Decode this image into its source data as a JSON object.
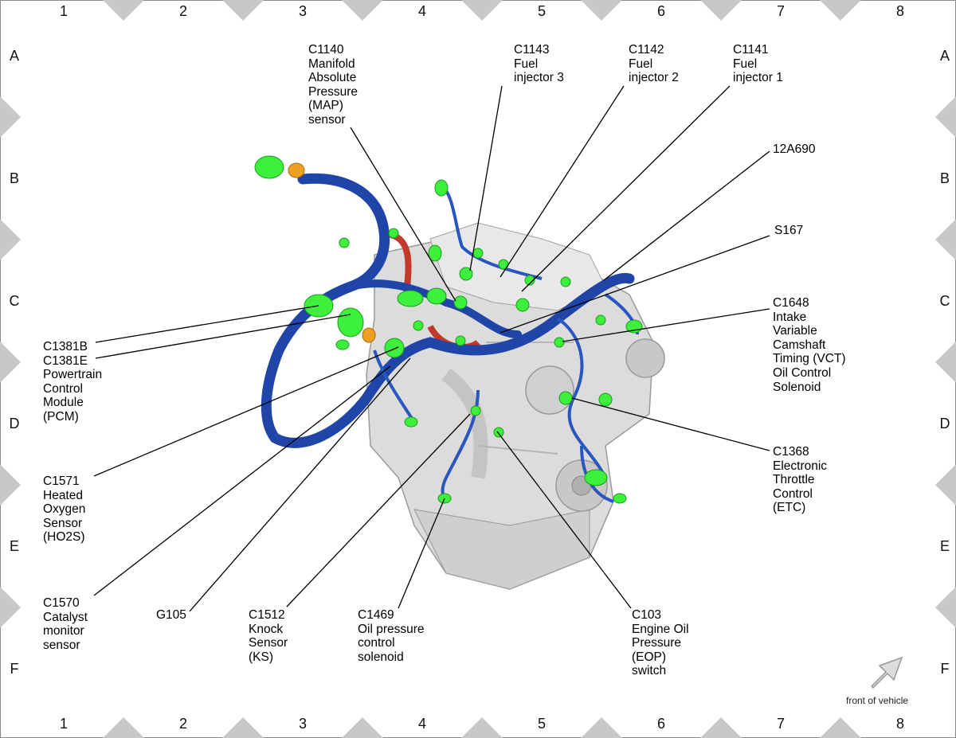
{
  "grid": {
    "columns": [
      "1",
      "2",
      "3",
      "4",
      "5",
      "6",
      "7",
      "8"
    ],
    "rows": [
      "A",
      "B",
      "C",
      "D",
      "E",
      "F"
    ]
  },
  "callouts": [
    {
      "id": "c1140",
      "text": "C1140\nManifold\nAbsolute\nPressure\n(MAP)\nsensor"
    },
    {
      "id": "c1143",
      "text": "C1143\nFuel\ninjector 3"
    },
    {
      "id": "c1142",
      "text": "C1142\nFuel\ninjector 2"
    },
    {
      "id": "c1141",
      "text": "C1141\nFuel\ninjector 1"
    },
    {
      "id": "12a690",
      "text": "12A690"
    },
    {
      "id": "s167",
      "text": "S167"
    },
    {
      "id": "c1648",
      "text": "C1648\nIntake\nVariable\nCamshaft\nTiming (VCT)\nOil Control\nSolenoid"
    },
    {
      "id": "c1381",
      "text": "C1381B\nC1381E\nPowertrain\nControl\nModule\n(PCM)"
    },
    {
      "id": "c1571",
      "text": "C1571\nHeated\nOxygen\nSensor\n(HO2S)"
    },
    {
      "id": "c1368",
      "text": "C1368\nElectronic\nThrottle\nControl\n(ETC)"
    },
    {
      "id": "c1570",
      "text": "C1570\nCatalyst\nmonitor\nsensor"
    },
    {
      "id": "g105",
      "text": "G105"
    },
    {
      "id": "c1512",
      "text": "C1512\nKnock\nSensor\n(KS)"
    },
    {
      "id": "c1469",
      "text": "C1469\nOil pressure\ncontrol\nsolenoid"
    },
    {
      "id": "c103",
      "text": "C103\nEngine Oil\nPressure\n(EOP)\nswitch"
    }
  ],
  "front_indicator": {
    "label": "front of vehicle"
  },
  "colors": {
    "harness": "#1f45a8",
    "harness_dark": "#12307f",
    "connector": "#3cf03c",
    "connector_orange": "#f0a020",
    "hose_red": "#c0392b",
    "engine": "#dcdcdc",
    "engine_shade": "#b8b8b8",
    "frame_marker": "#c8c8c8"
  }
}
